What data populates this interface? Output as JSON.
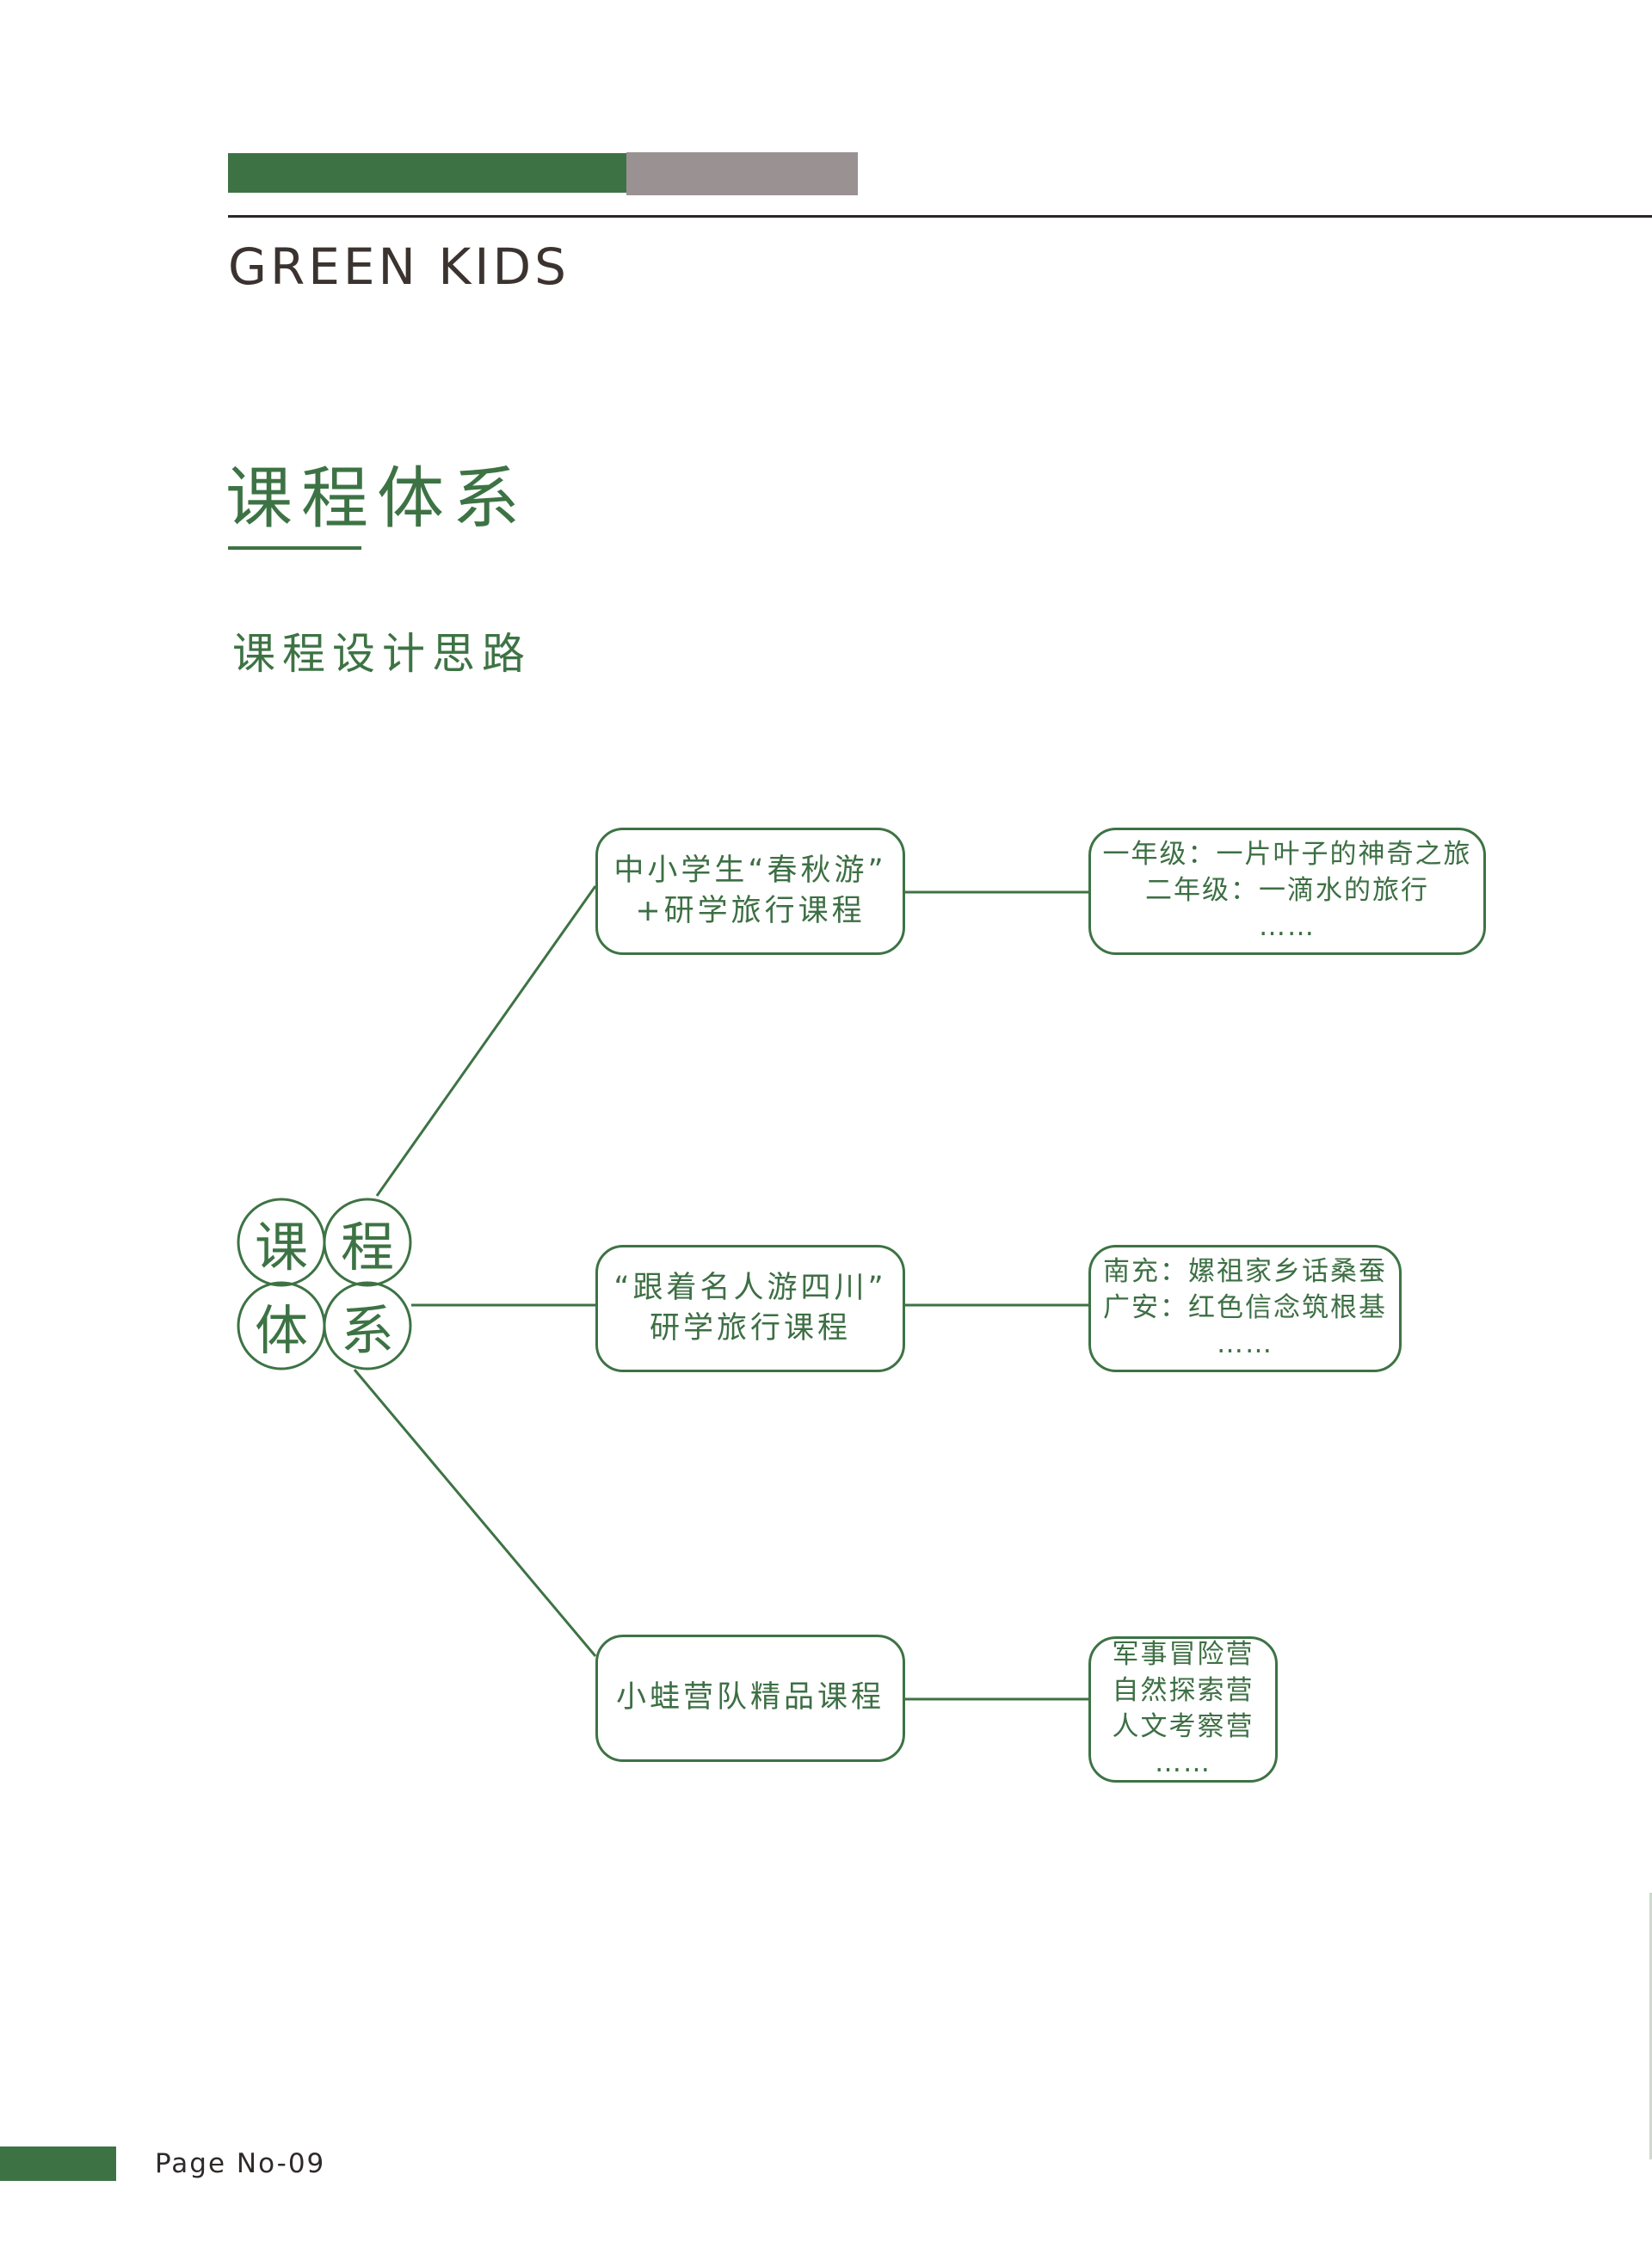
{
  "header": {
    "brand": "GREEN KIDS"
  },
  "main": {
    "title": "课程体系",
    "subtitle": "课程设计思路"
  },
  "diagram": {
    "root": {
      "chars": [
        "课",
        "程",
        "体",
        "系"
      ]
    },
    "branches": [
      {
        "label_lines": [
          "中小学生“春秋游”",
          "+研学旅行课程"
        ],
        "details": [
          "一年级：一片叶子的神奇之旅",
          "二年级：一滴水的旅行",
          "……"
        ]
      },
      {
        "label_lines": [
          "“跟着名人游四川”",
          "研学旅行课程"
        ],
        "details": [
          "南充：嫘祖家乡话桑蚕",
          "广安：红色信念筑根基",
          "……"
        ]
      },
      {
        "label_lines": [
          "小蛙营队精品课程"
        ],
        "details": [
          "军事冒险营",
          "自然探索营",
          "人文考察营",
          "……"
        ]
      }
    ]
  },
  "footer": {
    "page_label": "Page No-09"
  },
  "colors": {
    "brand_green": "#3d7344",
    "accent_gray": "#9a9192",
    "text_dark": "#3b3330"
  }
}
